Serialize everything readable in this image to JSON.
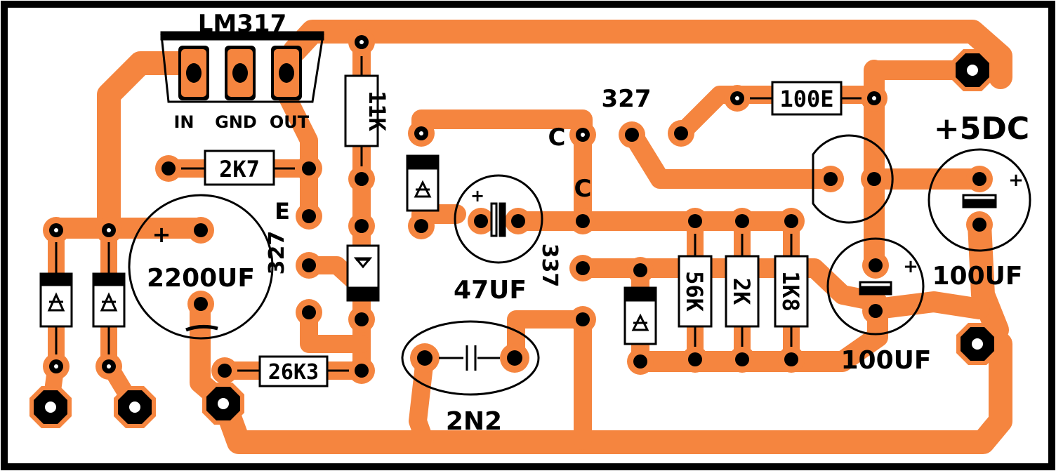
{
  "colors": {
    "copper": "#F5853F",
    "ink": "#000000",
    "background": "#FFFFFF"
  },
  "labels": {
    "regulator": "LM317",
    "pin_in": "IN",
    "pin_gnd": "GND",
    "pin_out": "OUT",
    "r_2k7": "2K7",
    "r_11k": "11K",
    "r_26k3": "26K3",
    "r_100e": "100E",
    "r_56k": "56K",
    "r_2k": "2K",
    "r_1k8": "1K8",
    "c_main": "2200UF",
    "c_47": "47UF",
    "c_2n2": "2N2",
    "c_100_a": "100UF",
    "c_100_b": "100UF",
    "q_327_a": "327",
    "q_327_b": "327",
    "q_337": "337",
    "pin_e": "E",
    "pin_c1": "C",
    "pin_c2": "C",
    "output": "+5DC",
    "plus": "+"
  }
}
